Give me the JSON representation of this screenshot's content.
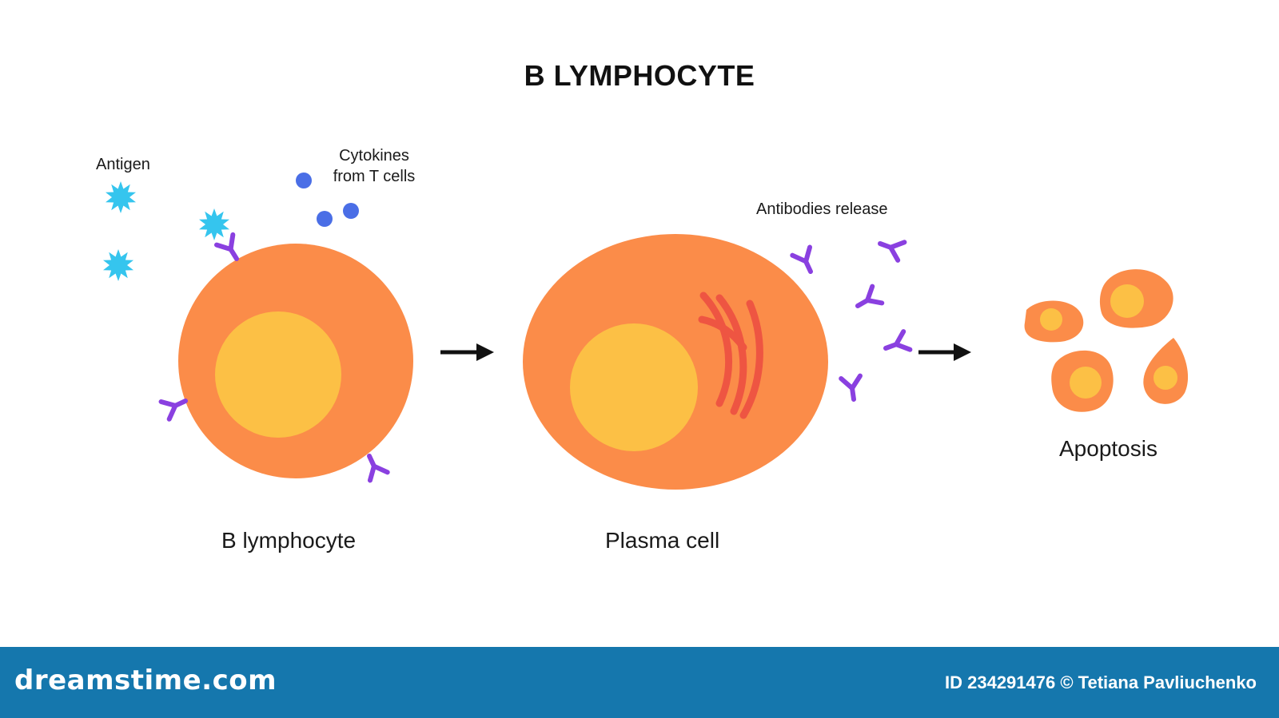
{
  "title": "B LYMPHOCYTE",
  "labels": {
    "antigen": "Antigen",
    "cytokines_line1": "Cytokines",
    "cytokines_line2": "from T cells",
    "antibodies_release": "Antibodies release",
    "b_lymphocyte": "B lymphocyte",
    "plasma_cell": "Plasma cell",
    "apoptosis": "Apoptosis"
  },
  "colors": {
    "cell_body": "#fb8c49",
    "nucleus": "#fcc045",
    "antibody": "#8a40e0",
    "antigen": "#35c5ee",
    "cytokine": "#4a6ee6",
    "endoplasmic_reticulum": "#ee5542",
    "arrow": "#111111",
    "footer": "#1577ad"
  },
  "footer": {
    "brand": "dreamstime.com",
    "credit": "ID 234291476 © Tetiana Pavliuchenko"
  }
}
